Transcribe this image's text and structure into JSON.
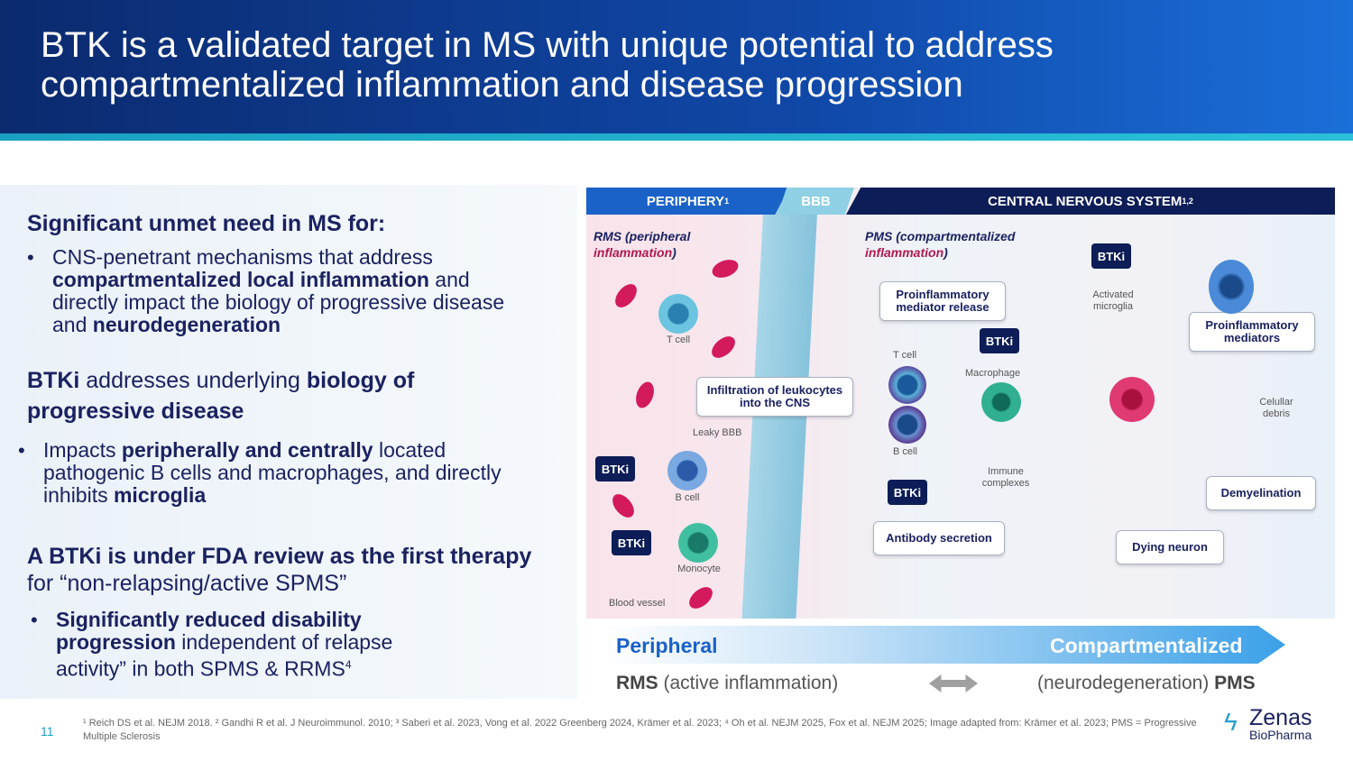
{
  "header": {
    "title": "BTK is a validated target in MS with unique potential to address compartmentalized inflammation and disease progression"
  },
  "left": {
    "h1": "Significant unmet need in MS for:",
    "b1": {
      "t1": "CNS-penetrant mechanisms that address ",
      "b1": "compartmentalized local inflammation",
      "t2": " and directly impact the biology of progressive disease and ",
      "b2": "neurodegeneration"
    },
    "h2": {
      "b1": "BTKi",
      "t1": " addresses underlying ",
      "b2": "biology of progressive disease"
    },
    "b2": {
      "t1": "Impacts ",
      "b1": "peripherally and centrally",
      "t2": " located pathogenic B cells and macrophages, and directly inhibits ",
      "b2": "microglia"
    },
    "h3": {
      "b1": "A BTKi is under FDA review as the first therapy",
      "t1": "for “non-relapsing/active SPMS”"
    },
    "b3": {
      "b1": "Significantly reduced disability progression",
      "t1": " independent of relapse activity” in both SPMS & RRMS",
      "sup": "4"
    },
    "bullet": "•"
  },
  "diagram": {
    "bands": {
      "periphery": "PERIPHERY",
      "periphery_sup": "1",
      "bbb": "BBB",
      "cns": "CENTRAL NERVOUS SYSTEM",
      "cns_sup": "1,2"
    },
    "rms": {
      "t1": "RMS (peripheral",
      "t2": "inflammation",
      ")": ")"
    },
    "pms": {
      "t1": "PMS (compartmentalized",
      "t2": "inflammation",
      "close": ")"
    },
    "labels": {
      "tcell": "T cell",
      "bcell": "B cell",
      "monocyte": "Monocyte",
      "blood_vessel": "Blood vessel",
      "leaky": "Leaky BBB",
      "tcell2": "T cell",
      "bcell2": "B cell",
      "macrophage": "Macrophage",
      "immune": "Immune complexes",
      "activated": "Activated microglia",
      "debris": "Celullar debris"
    },
    "boxes": {
      "infiltration": "Infiltration of leukocytes into the CNS",
      "proinf_release": "Proinflammatory mediator release",
      "antibody": "Antibody secretion",
      "proinf_mediators": "Proinflammatory mediators",
      "demyelination": "Demyelination",
      "dying": "Dying neuron"
    },
    "btki": "BTKi"
  },
  "spectrum": {
    "peripheral": "Peripheral",
    "compartmentalized": "Compartmentalized",
    "rms_b": "RMS",
    "rms_t": " (active inflammation)",
    "pms_t": "(neurodegeneration) ",
    "pms_b": "PMS"
  },
  "footer": {
    "page": "11",
    "notes": "¹ Reich DS et al. NEJM 2018. ² Gandhi R et al. J Neuroimmunol. 2010; ³ Saberi et al. 2023, Vong et al. 2022 Greenberg 2024, Krämer et al. 2023; ⁴ Oh et al. NEJM 2025, Fox et al. NEJM 2025; Image adapted from: Krämer et al. 2023; PMS = Progressive Multiple Sclerosis",
    "logo_name": "Zenas",
    "logo_sub": "BioPharma"
  },
  "colors": {
    "navy": "#0d1d57",
    "accent": "#1a62c8",
    "teal": "#2ac0d8",
    "magenta": "#d21a5c"
  }
}
